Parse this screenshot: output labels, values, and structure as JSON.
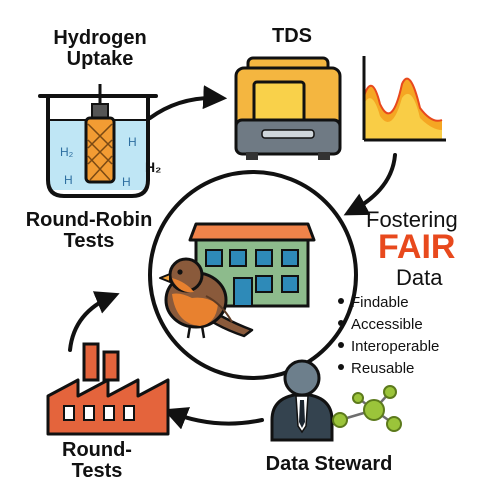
{
  "labels": {
    "hydrogen_uptake": "Hydrogen\nUptake",
    "tds": "TDS",
    "round_robin": "Round-Robin\nTests",
    "round_tests": "Round-\nTests",
    "data_steward": "Data Steward",
    "h2_left": "H₂",
    "h2_right": "H₂",
    "h_glyph": "H"
  },
  "fair": {
    "line1": "Fostering",
    "acronym": "FAIR",
    "line3": "Data",
    "principles": [
      "Findable",
      "Accessible",
      "Interoperable",
      "Reusable"
    ]
  },
  "icons": [
    "beaker-icon",
    "furnace-icon",
    "spectrum-chart-icon",
    "lab-building-icon",
    "robin-bird-icon",
    "factory-icon",
    "data-steward-icon",
    "network-graph-icon"
  ],
  "colors": {
    "arrow": "#111111",
    "water": "#bfe6f5",
    "furnace_body": "#f4b640",
    "furnace_window": "#f9d14a",
    "chart_fill": "#f5a623",
    "chart_fill_top": "#f9d14a",
    "building_roof": "#f0834a",
    "building_wall": "#8dbb8c",
    "windows": "#2e8ab8",
    "robin_back": "#8a5a3b",
    "robin_breast": "#e8812f",
    "factory": "#e4643c",
    "person": "#6d7f8c",
    "network_nodes": "#9bc43a",
    "fair_accent": "#e8491d"
  }
}
